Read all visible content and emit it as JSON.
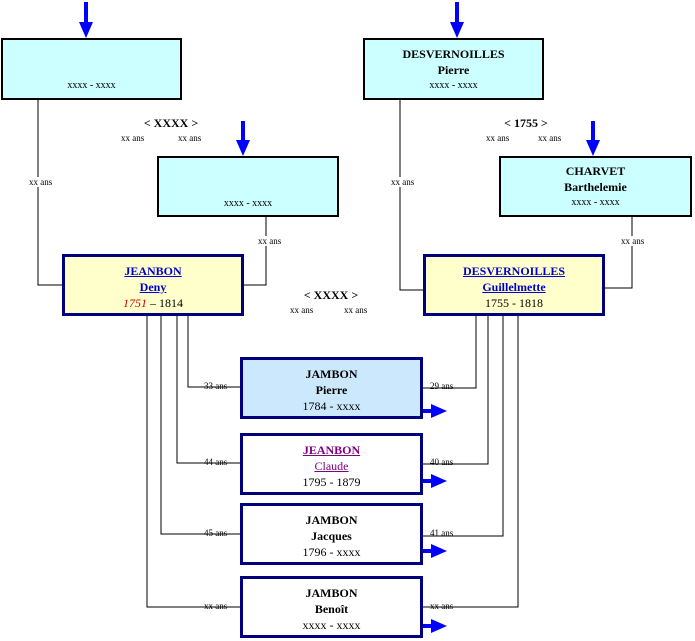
{
  "paternal_grandfather": {
    "name": "",
    "first": "",
    "dates": "xxxx - xxxx"
  },
  "paternal_grandmother": {
    "name": "",
    "first": "",
    "dates": "xxxx - xxxx"
  },
  "maternal_grandfather": {
    "name": "DESVERNOILLES",
    "first": "Pierre",
    "dates": "xxxx - xxxx"
  },
  "maternal_grandmother": {
    "name": "CHARVET",
    "first": "Barthelemie",
    "dates": "xxxx - xxxx"
  },
  "grandparents_marriage_left": {
    "year": "< XXXX >",
    "age_left": "xx ans",
    "age_right": "xx ans"
  },
  "grandparents_marriage_right": {
    "year": "< 1755 >",
    "age_left": "xx ans",
    "age_right": "xx ans"
  },
  "gf_age_left": "xx ans",
  "gm_age_left": "xx ans",
  "gf_age_right": "xx ans",
  "gm_age_right": "xx ans",
  "father": {
    "name": "JEANBON",
    "first": "Deny",
    "birth": "1751",
    "sep": " – ",
    "death": "1814"
  },
  "mother": {
    "name": "DESVERNOILLES",
    "first": "Guillelmette",
    "dates": "1755 - 1818"
  },
  "parents_marriage": {
    "year": "< XXXX >",
    "age_left": "xx ans",
    "age_right": "xx ans"
  },
  "children": [
    {
      "name": "JAMBON",
      "first": "Pierre",
      "dates": "1784 - xxxx",
      "father_age": "33 ans",
      "mother_age": "29 ans"
    },
    {
      "name": "JEANBON",
      "first": "Claude",
      "dates": "1795 - 1879",
      "father_age": "44 ans",
      "mother_age": "40 ans"
    },
    {
      "name": "JAMBON",
      "first": "Jacques",
      "dates": "1796 - xxxx",
      "father_age": "45 ans",
      "mother_age": "41 ans"
    },
    {
      "name": "JAMBON",
      "first": "Benoît",
      "dates": "xxxx - xxxx",
      "father_age": "xx ans",
      "mother_age": "xx ans"
    }
  ],
  "colors": {
    "arrow": "#0000ff",
    "grandparent_bg": "#ccffff",
    "parent_bg": "#ffffcc",
    "selected_bg": "#cce8fc",
    "border": "#00007f"
  }
}
